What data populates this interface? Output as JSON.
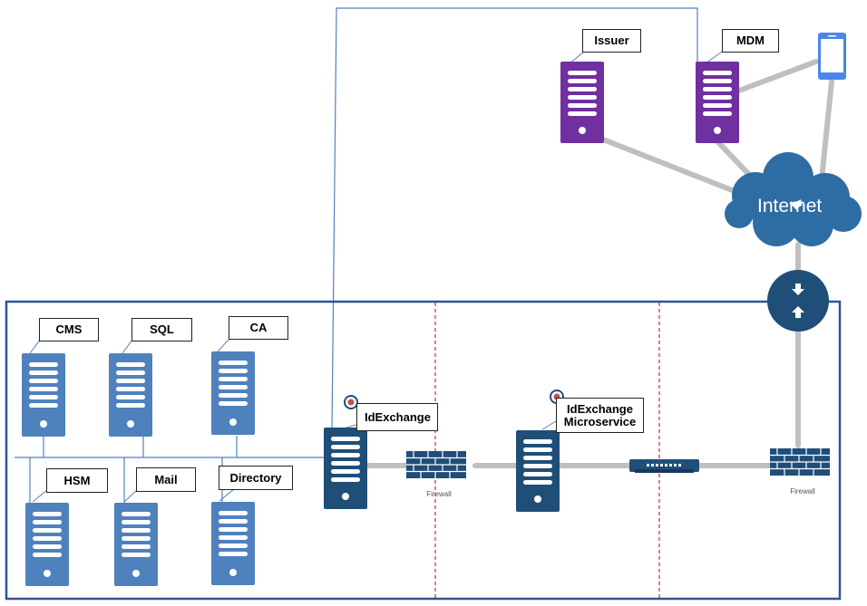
{
  "colors": {
    "light_server": "#4f81bd",
    "dark_server": "#1f4e79",
    "purple_server": "#7030a0",
    "link": "#bfbfbf",
    "bus": "#4f81bd",
    "zone_border": "#2f5597",
    "zone_divider": "#c00000",
    "cloud": "#2e6da4",
    "phone": "#4a86e8"
  },
  "nodes": {
    "issuer": {
      "label": "Issuer",
      "icon": "purple-server-icon"
    },
    "mdm": {
      "label": "MDM",
      "icon": "purple-server-icon"
    },
    "mobile": {
      "icon": "smartphone-icon"
    },
    "internet": {
      "label": "Internet",
      "icon": "cloud-icon"
    },
    "gateway": {
      "icon": "up-down-router-icon"
    },
    "cms": {
      "label": "CMS",
      "icon": "server-icon"
    },
    "sql": {
      "label": "SQL",
      "icon": "server-icon"
    },
    "ca": {
      "label": "CA",
      "icon": "server-icon"
    },
    "hsm": {
      "label": "HSM",
      "icon": "server-icon"
    },
    "mail": {
      "label": "Mail",
      "icon": "server-icon"
    },
    "directory": {
      "label": "Directory",
      "icon": "server-icon"
    },
    "idexchange": {
      "label": "IdExchange",
      "icon": "server-icon"
    },
    "microservice": {
      "label_line1": "IdExchange",
      "label_line2": "Microservice",
      "icon": "server-icon"
    },
    "firewall_inner": {
      "label": "Firewall",
      "icon": "firewall-icon"
    },
    "firewall_outer": {
      "label": "Firewall",
      "icon": "firewall-icon"
    },
    "switch": {
      "icon": "network-switch-icon"
    }
  }
}
